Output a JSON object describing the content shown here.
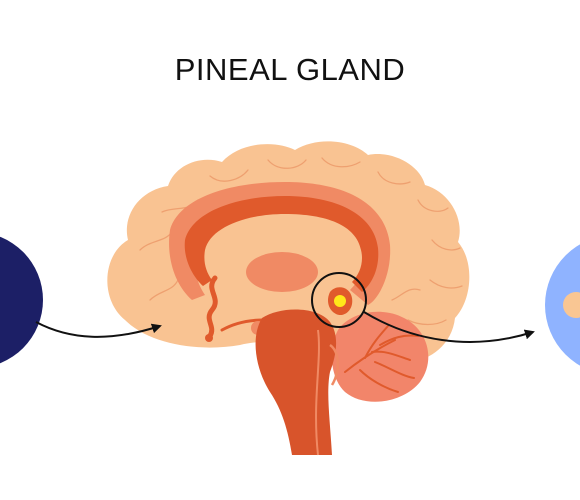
{
  "title": "PINEAL GLAND",
  "colors": {
    "night_circle": "#1c1f66",
    "day_circle": "#8fb3ff",
    "sun": "#f9c693",
    "brain_outer": "#f9c392",
    "brain_middle": "#f08a64",
    "brain_inner": "#e05a2c",
    "brain_stem": "#d8542b",
    "cerebellum": "#f2856a",
    "pineal_gland": "#ffe81a",
    "arrows": "#111111"
  },
  "icons": [
    "night-circle",
    "day-circle",
    "sun-icon",
    "magnifier-circle",
    "arrow-right-icon"
  ]
}
